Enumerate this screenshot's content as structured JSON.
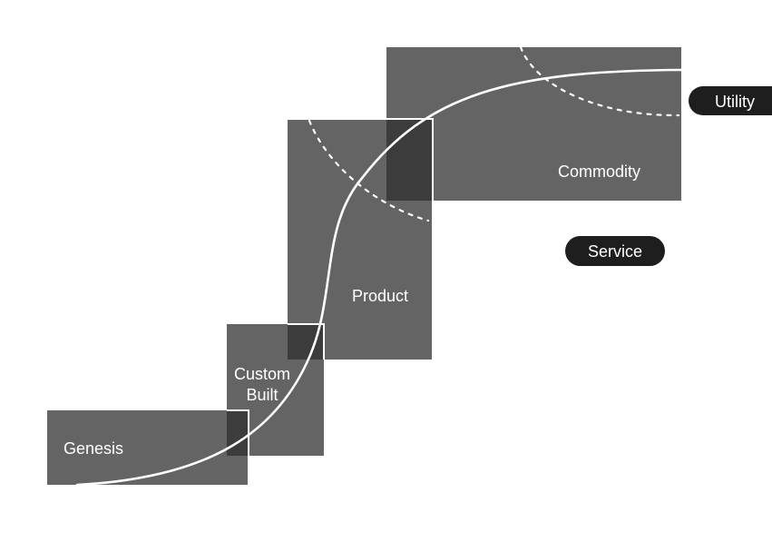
{
  "stages": {
    "genesis": "Genesis",
    "custom_built_line1": "Custom",
    "custom_built_line2": "Built",
    "product": "Product",
    "commodity": "Commodity"
  },
  "markers": {
    "utility": "Utility",
    "service": "Service"
  },
  "colors": {
    "stage_fill": "#646464",
    "overlap_fill": "#3c3c3c",
    "pill_fill": "#1e1e1e",
    "curve": "#ffffff",
    "text": "#ffffff",
    "background": "#ffffff"
  }
}
